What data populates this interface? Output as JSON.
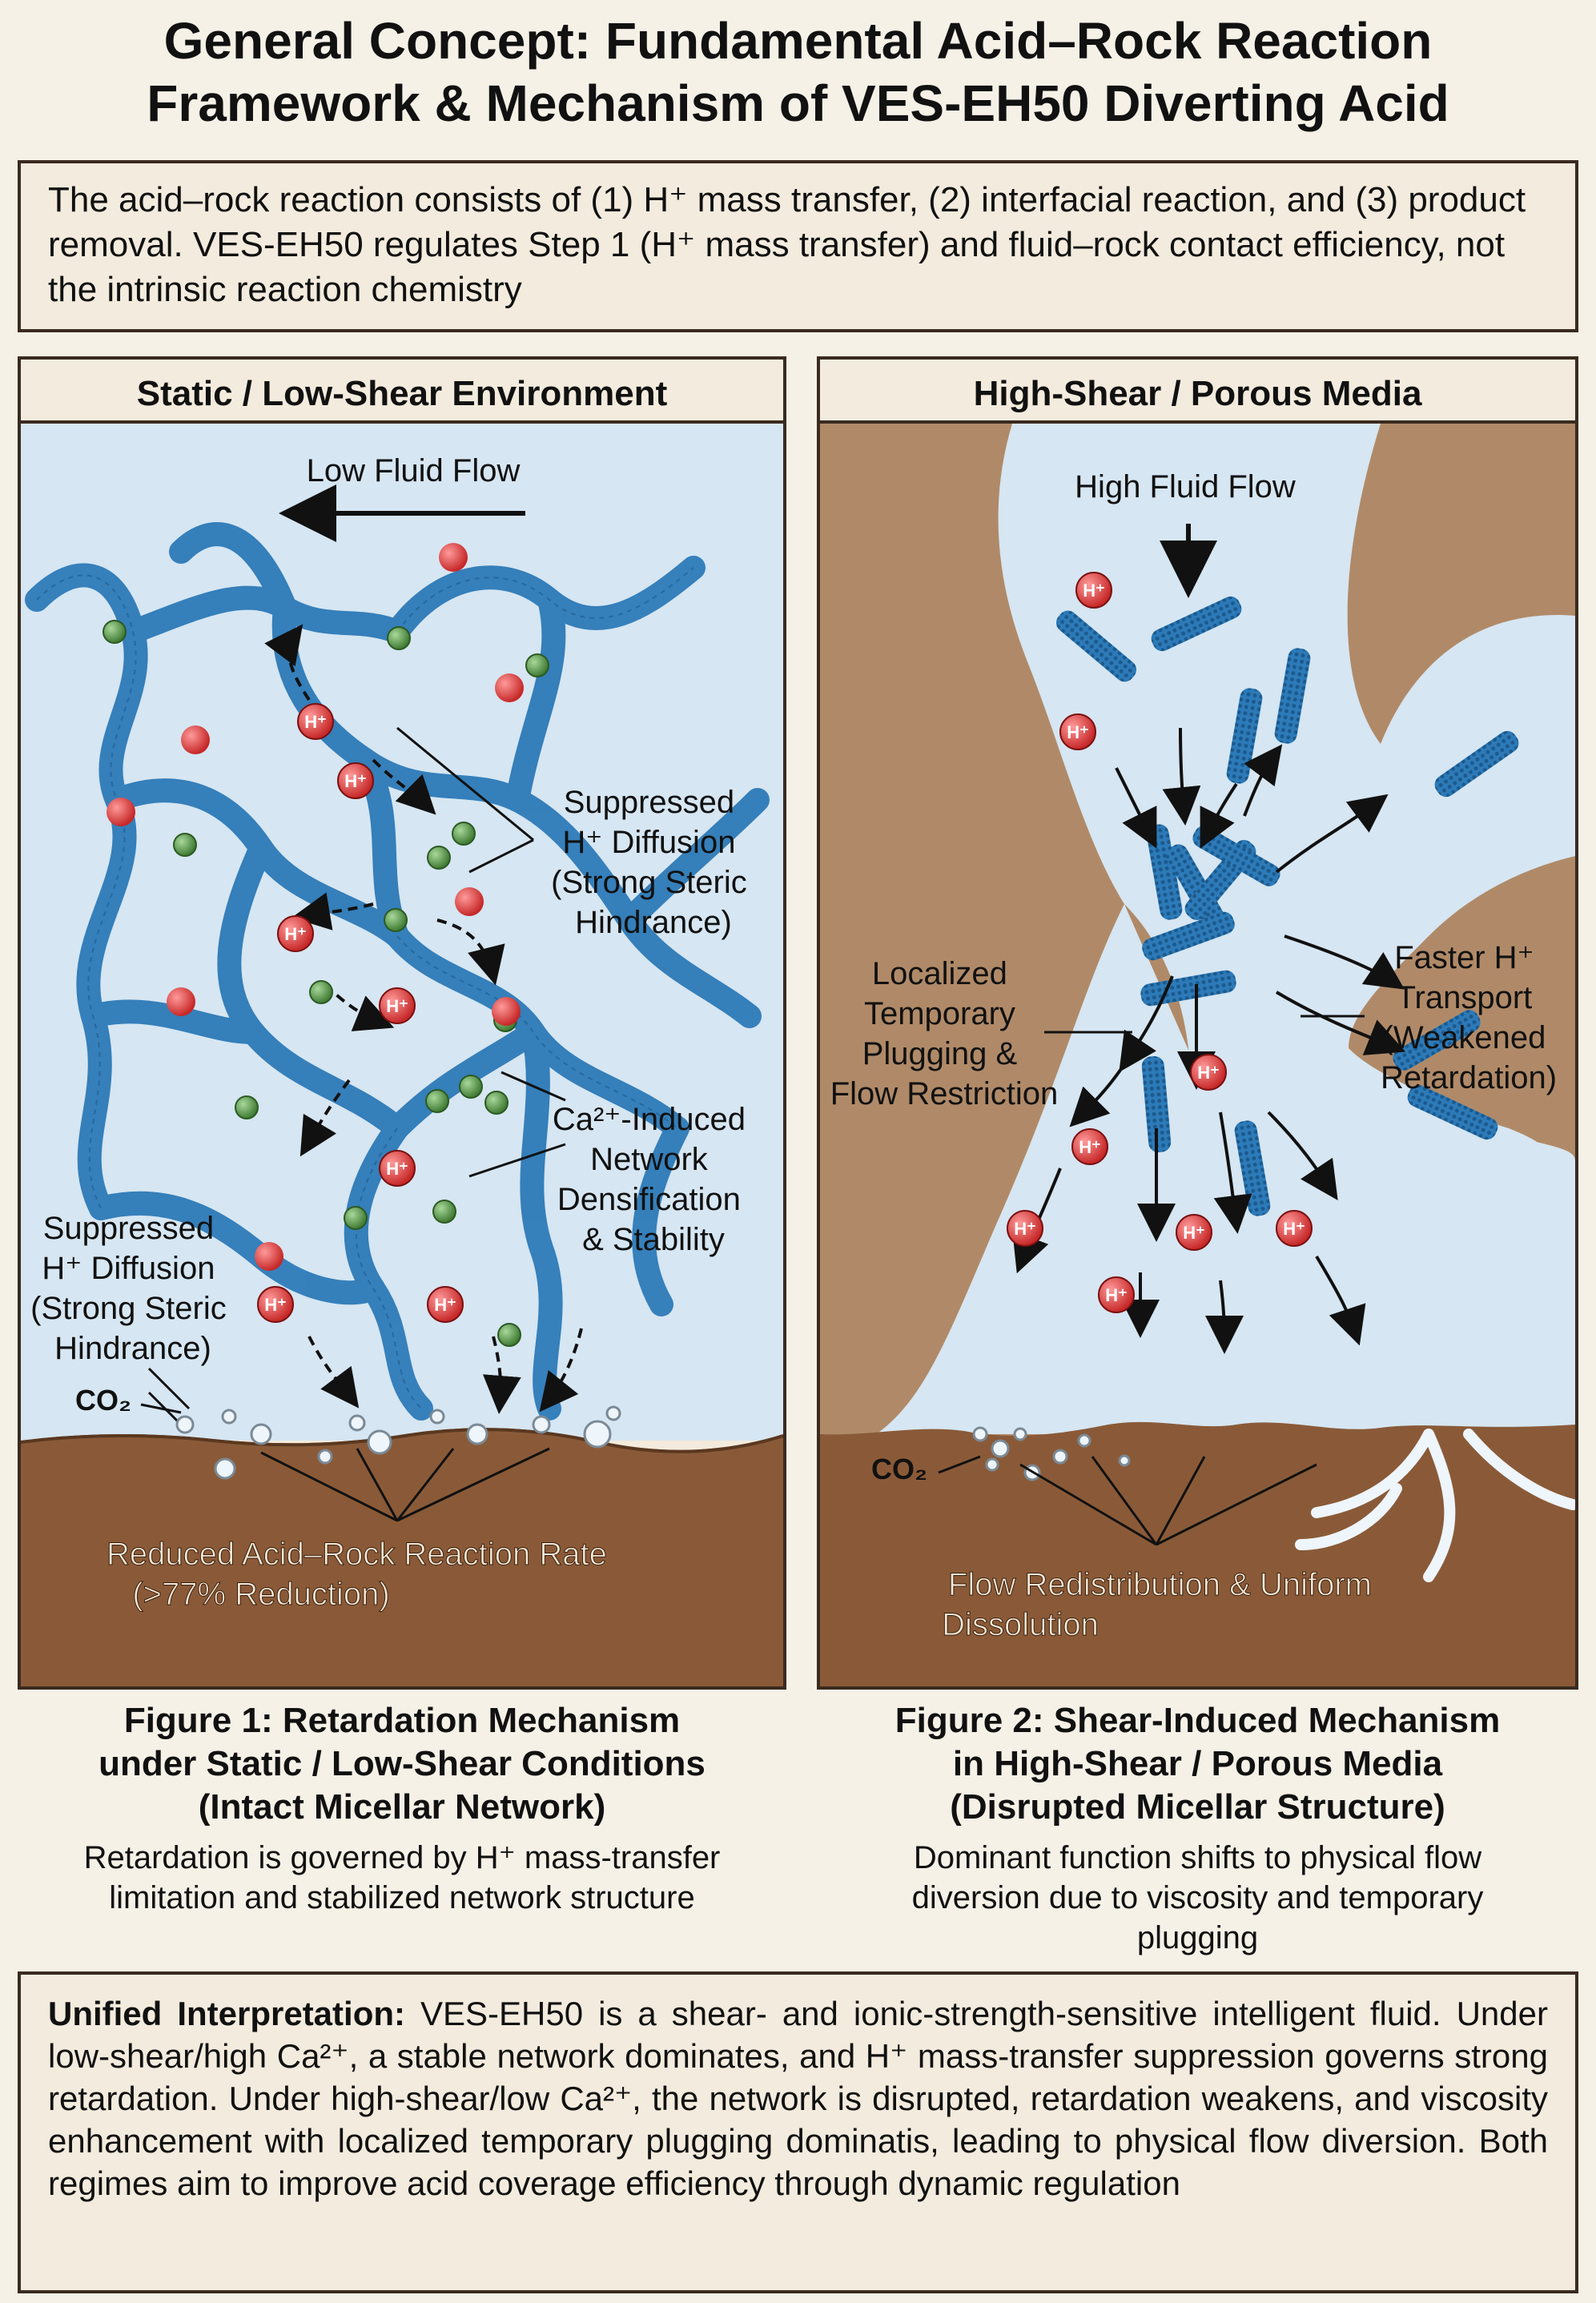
{
  "title": {
    "line1": "General Concept: Fundamental Acid–Rock Reaction",
    "line2": "Framework & Mechanism of VES-EH50 Diverting Acid"
  },
  "intro": {
    "text": "The acid–rock reaction consists of (1) H⁺ mass transfer, (2) interfacial reaction, and (3) product removal. VES-EH50 regulates Step 1 (H⁺ mass transfer) and fluid–rock contact efficiency, not the intrinsic reaction chemistry"
  },
  "left_panel": {
    "heading": "Static / Low-Shear Environment",
    "flow_label": "Low Fluid Flow",
    "label_suppressed_right": [
      "Suppressed",
      "H⁺ Diffusion",
      "(Strong Steric",
      "Hindrance)"
    ],
    "label_ca": [
      "Ca²⁺-Induced",
      "Network",
      "Densification",
      "& Stability"
    ],
    "label_suppressed_left": [
      "Suppressed",
      "H⁺ Diffusion",
      "(Strong Steric",
      "Hindrance)"
    ],
    "co2": "CO₂",
    "rock_label": [
      "Reduced Acid–Rock Reaction Rate",
      "(>77% Reduction)"
    ],
    "ion": "H⁺"
  },
  "right_panel": {
    "heading": "High-Shear / Porous Media",
    "flow_label": "High Fluid Flow",
    "label_plug": [
      "Localized",
      "Temporary",
      "Plugging &",
      "Flow Restriction"
    ],
    "label_fast": [
      "Faster H⁺",
      "Transport",
      "(Weakened",
      "Retardation)"
    ],
    "co2": "CO₂",
    "rock_label": [
      "Flow Redistribution & Uniform",
      "Dissolution"
    ],
    "ion": "H⁺"
  },
  "figure1": {
    "caption": [
      "Figure 1: Retardation Mechanism",
      "under Static / Low-Shear Conditions",
      "(Intact Micellar Network)"
    ],
    "desc": [
      "Retardation is governed by H⁺ mass-transfer",
      "limitation and stabilized network structure"
    ]
  },
  "figure2": {
    "caption": [
      "Figure 2: Shear-Induced Mechanism",
      "in High-Shear / Porous Media",
      "(Disrupted Micellar Structure)"
    ],
    "desc": [
      "Dominant function shifts to physical flow",
      "diversion due to viscosity and temporary",
      "plugging"
    ]
  },
  "unified": {
    "lead": "Unified Interpretation:",
    "text": " VES-EH50 is a shear- and ionic-strength-sensitive intelligent fluid. Under low-shear/high Ca²⁺, a stable network dominates, and H⁺ mass-transfer suppression governs strong retardation. Under high-shear/low Ca²⁺, the network is disrupted, retardation weakens, and viscosity enhancement with localized temporary plugging dominatis, leading to physical flow diversion. Both regimes aim to improve acid coverage efficiency through dynamic regulation"
  },
  "colors": {
    "fluid": "#d6e6f2",
    "micelle": "#2d7ab8",
    "micelle_dark": "#1b5a8e",
    "hion": "#d83a3a",
    "calcium": "#5b9a4a",
    "rock": "#8a5a38",
    "rock_matrix": "#b08a68",
    "border": "#3a2a1f"
  }
}
